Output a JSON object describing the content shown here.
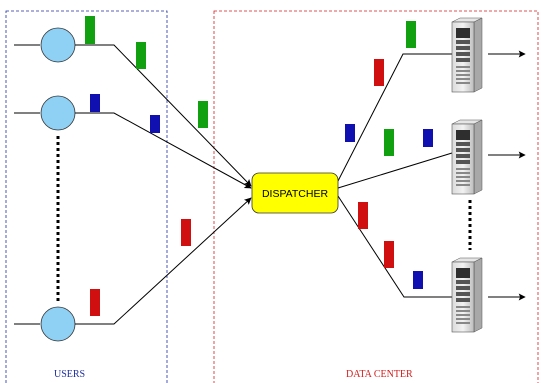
{
  "title": "",
  "labels": {
    "users": "USERS",
    "data_center": "DATA CENTER",
    "dispatcher": "DISPATCHER"
  },
  "nodes": {
    "users": [
      "user-top",
      "user-second",
      "user-bottom"
    ],
    "servers": [
      "server-top",
      "server-middle",
      "server-bottom"
    ]
  },
  "colors": {
    "users_boundary": "#1f2fa0",
    "data_center_boundary": "#d21e1e",
    "user_fill": "#8fd0f5",
    "dispatcher_fill": "#ffff00",
    "request_green": "#10a010",
    "request_blue": "#1010b0",
    "request_red": "#d01010",
    "line": "#000000"
  },
  "icons": [
    "user-circle-icon",
    "server-rack-icon",
    "arrow-right-icon",
    "request-packet-icon"
  ]
}
